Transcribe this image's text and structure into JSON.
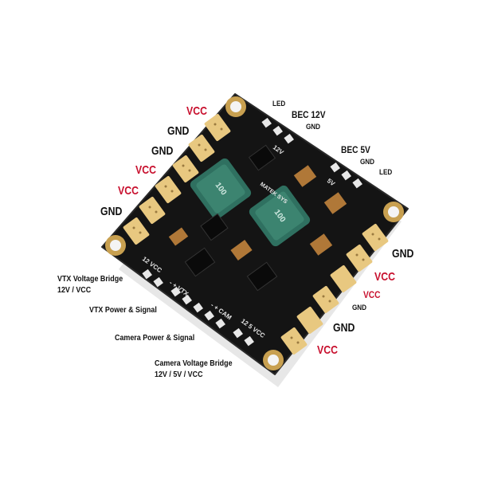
{
  "colors": {
    "board": "#141414",
    "pad": "#e8c880",
    "accent_red": "#c8102e",
    "inductor": "#2f7060"
  },
  "labels": {
    "vcc_top": "VCC",
    "gnd_1": "GND",
    "gnd_2": "GND",
    "vcc_mid": "VCC",
    "vcc_mid2": "VCC",
    "gnd_3": "GND",
    "led_top": "LED",
    "bec12": "BEC 12V",
    "bec12_gnd": "GND",
    "bec5": "BEC 5V",
    "bec5_gnd": "GND",
    "led_right": "LED",
    "right_gnd": "GND",
    "right_vcc": "VCC",
    "right_vcc_small": "VCC",
    "right_gnd_small": "GND",
    "right_gnd2": "GND",
    "right_vcc2": "VCC",
    "vtx_bridge": "VTX Voltage Bridge",
    "vtx_bridge_sub": "12V / VCC",
    "vtx_power": "VTX Power & Signal",
    "cam_power": "Camera Power & Signal",
    "cam_bridge": "Camera Voltage Bridge",
    "cam_bridge_sub": "12V / 5V / VCC"
  },
  "silkscreen": {
    "v12": "12V",
    "v5": "5V",
    "vtx": "- + VTX",
    "cam": "- + CAM",
    "cam_v": "12 5 VCC",
    "vcc_left": "12 VCC",
    "inductor1": "100",
    "inductor2": "100",
    "brand": "MATEK SYS"
  }
}
